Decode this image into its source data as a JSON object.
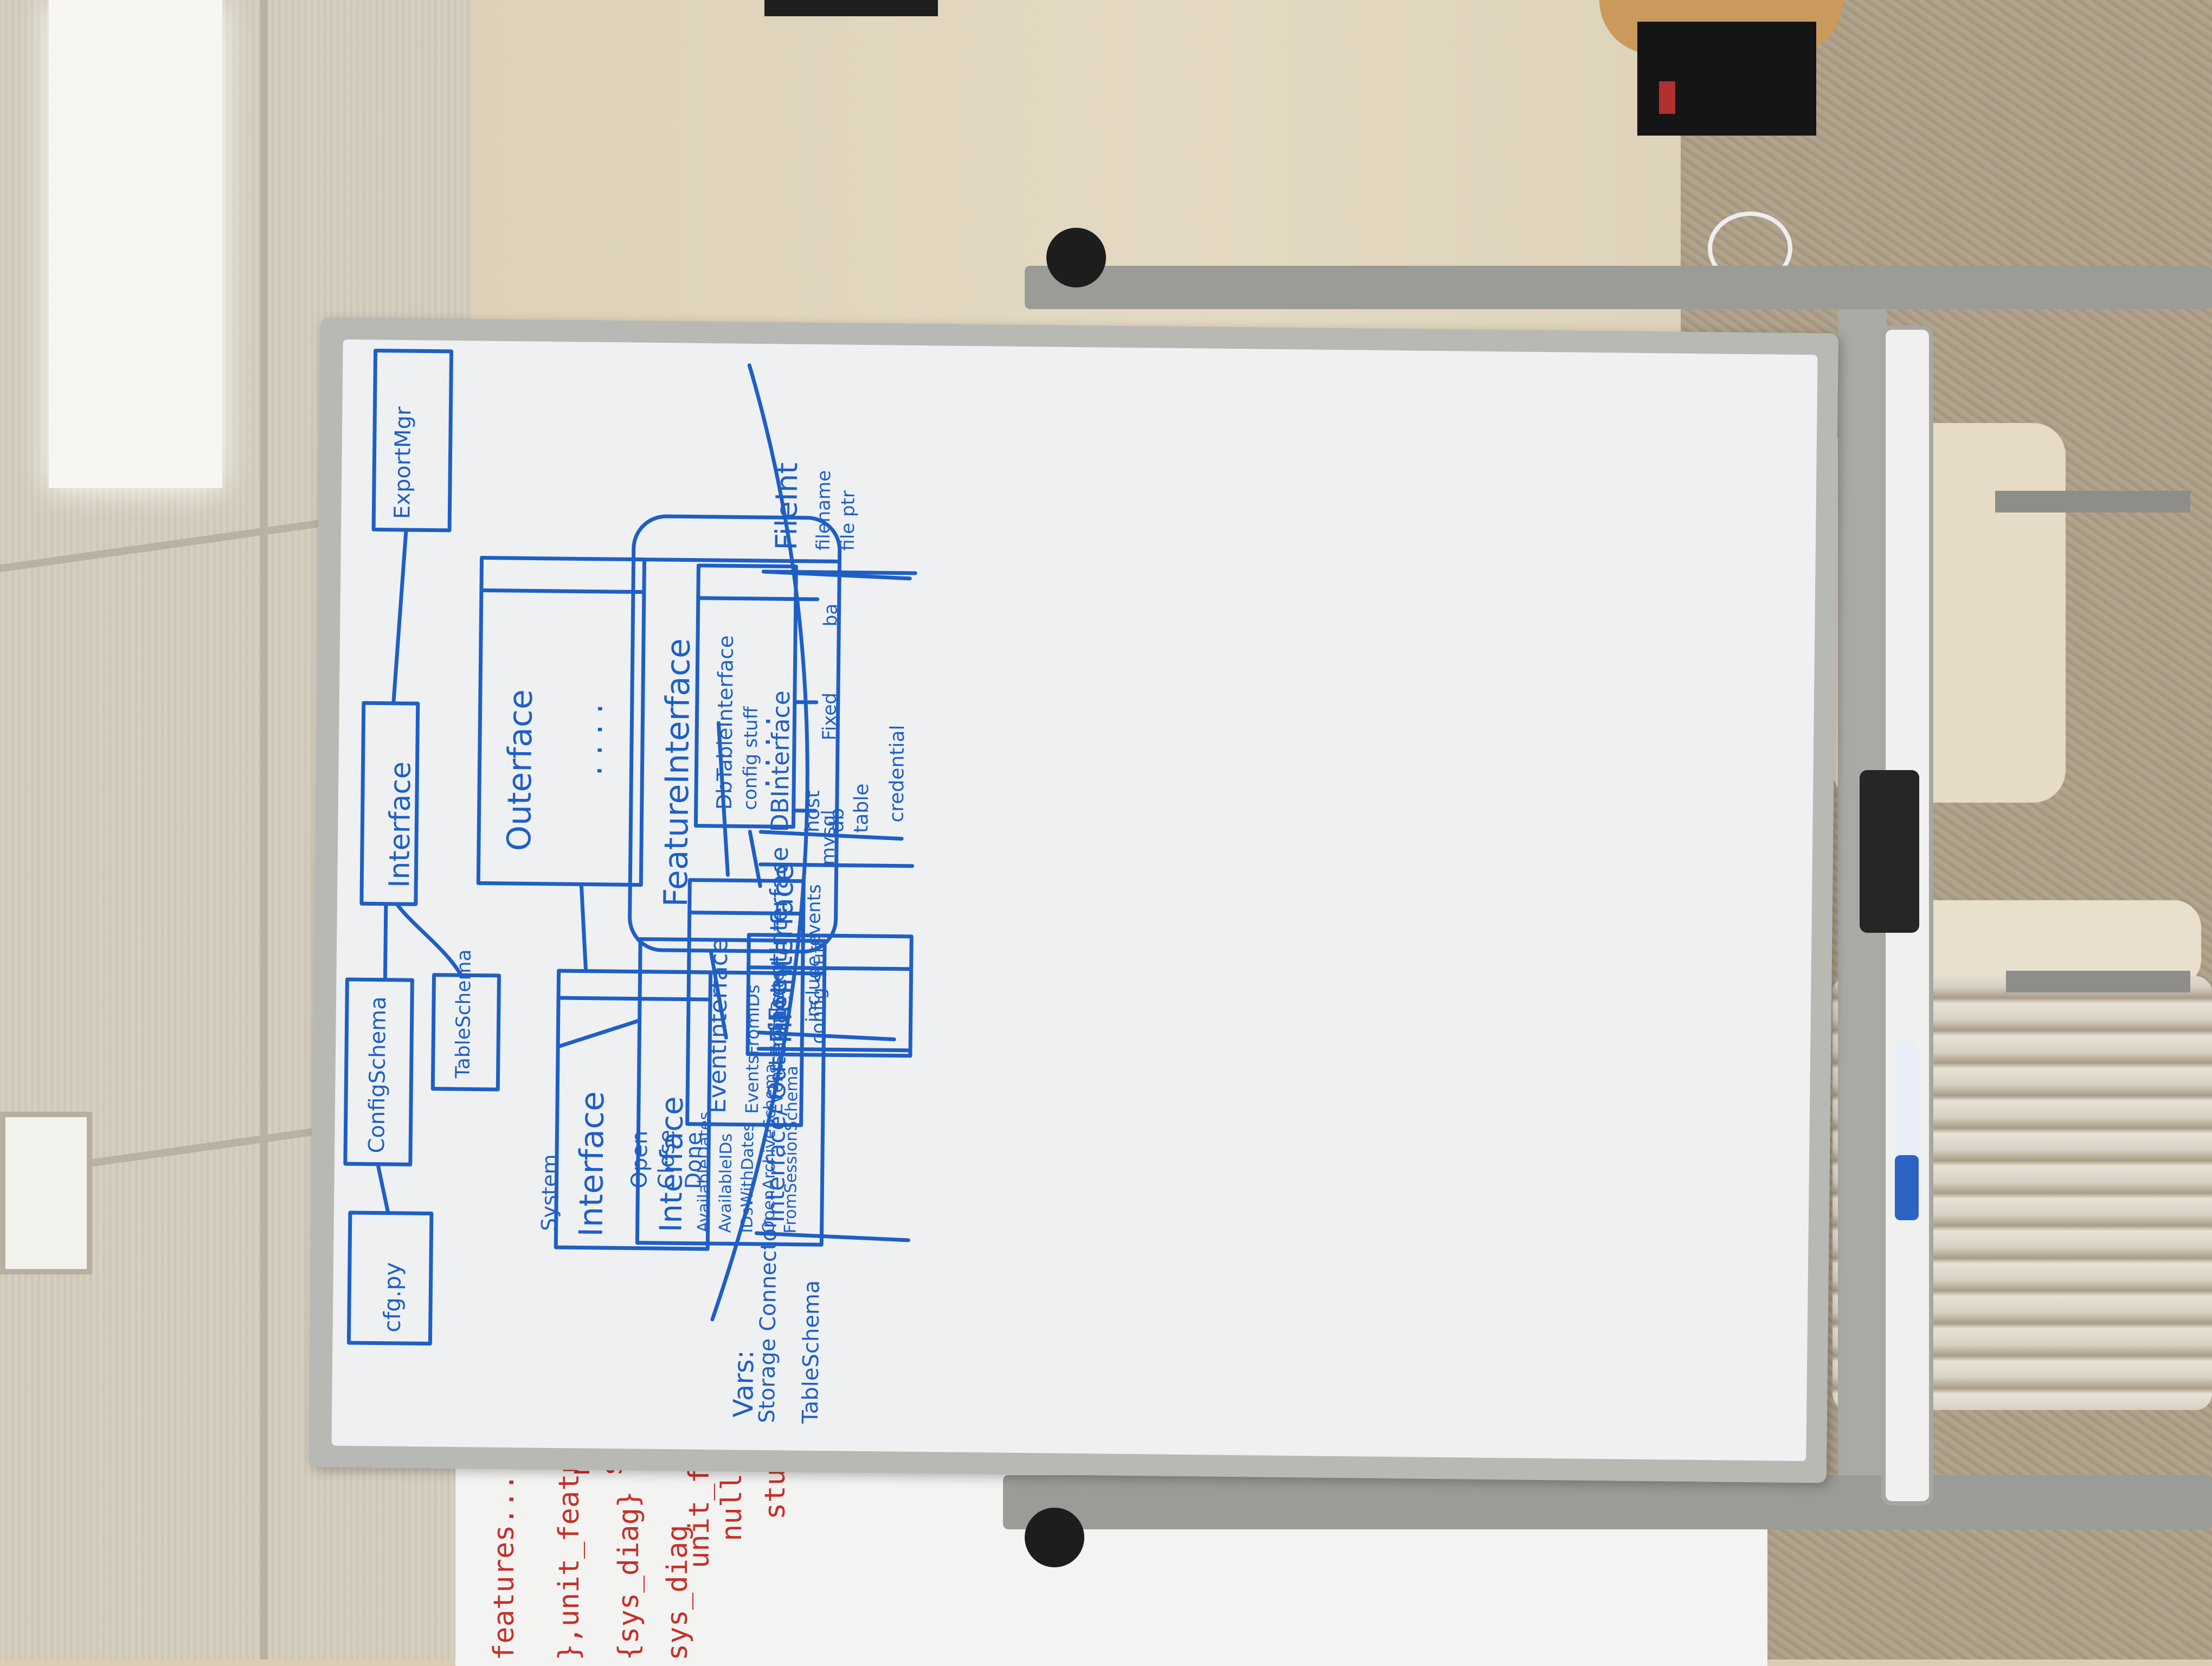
{
  "whiteboard": {
    "top_row": [
      "ExportMgr",
      "Interface",
      "ConfigSchema",
      "TableSchema",
      "cfg.py"
    ],
    "outerface_box": {
      "title": "Outerface",
      "body": ". . . ."
    },
    "featureinterface_box": {
      "title": "FeatureInterface",
      "body": ". . . ."
    },
    "dbtable_box": {
      "title": "DbTableInterface",
      "line": "config stuff"
    },
    "db_choices": [
      "ba",
      "Fixed",
      "mysql"
    ],
    "system_interface": {
      "label": "System",
      "title": "Interface",
      "methods": [
        "Open",
        "Close",
        "Done"
      ]
    },
    "interface_box": {
      "title": "Interface",
      "lines": [
        "AvailableDates",
        "AvailableIDs",
        "IDsWithDates",
        "OpenArchiveSchema",
        "FromSessionSchema"
      ]
    },
    "event_interface": {
      "title": "EventInterface",
      "lines": [
        "EventsFromIDs",
        "EventsFromDates"
      ]
    },
    "file_interface": {
      "title": "FileInterface",
      "line": "config stuff"
    },
    "vars_section": {
      "heading": "Vars:",
      "rows": [
        "Storage Connector",
        "TableSchema"
      ],
      "columns": [
        {
          "header": "Interface/ Outerface",
          "items": []
        },
        {
          "header": "EventInterface",
          "items": [
            "include_events"
          ]
        },
        {
          "header": "DBInterface",
          "items": [
            "host",
            "db",
            "table",
            "credential"
          ]
        },
        {
          "header": "FileInt",
          "items": [
            "filename",
            "file ptr"
          ]
        }
      ]
    }
  },
  "background_board": {
    "lines": [
      "features... app-version",
      "},unit_features...",
      "null",
      "stuff",
      "{sys_diag}",
      "sys_diag",
      "unit_feature",
      "null",
      "stuff"
    ]
  }
}
